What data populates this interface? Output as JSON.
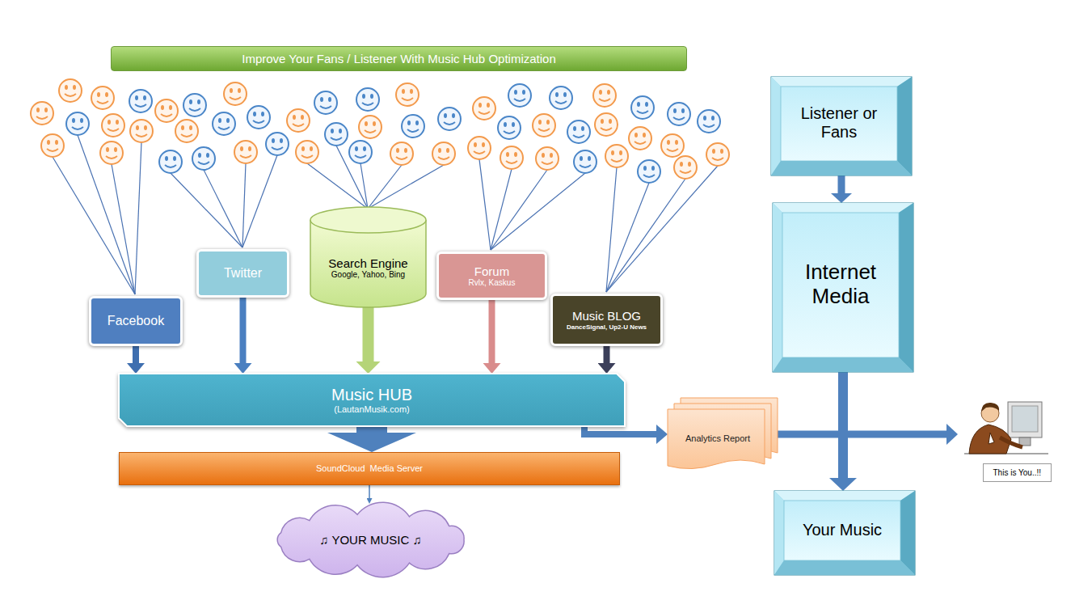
{
  "diagram": {
    "title": "Improve Your Fans / Listener With Music Hub Optimization",
    "nodes": [
      {
        "text": [
          "Facebook"
        ]
      },
      {
        "text": [
          "Twitter"
        ]
      },
      {
        "text": [
          "Search Engine",
          "Google, Yahoo, Bing"
        ]
      },
      {
        "text": [
          "Forum",
          "Rvlx, Kaskus"
        ]
      },
      {
        "text": [
          "Music BLOG",
          "DanceSignal, Up2-U News"
        ]
      },
      {
        "text": [
          "Music HUB",
          "(LautanMusik.com)"
        ]
      },
      {
        "text": [
          "SoundCloud  Media Server"
        ]
      },
      {
        "text": [
          "♫ YOUR MUSIC ♫"
        ]
      },
      {
        "text": [
          "Analytics Report"
        ]
      },
      {
        "text": [
          "Listener or Fans"
        ]
      },
      {
        "text": [
          "Internet Media"
        ]
      },
      {
        "text": [
          "Your Music"
        ]
      },
      {
        "text": [
          "This is You..!!"
        ]
      }
    ],
    "edges": [
      {
        "from": 0,
        "to": 5,
        "arrow": "to"
      },
      {
        "from": 1,
        "to": 5,
        "arrow": "to"
      },
      {
        "from": 2,
        "to": 5,
        "arrow": "to"
      },
      {
        "from": 3,
        "to": 5,
        "arrow": "to"
      },
      {
        "from": 4,
        "to": 5,
        "arrow": "to"
      },
      {
        "from": 5,
        "to": 6,
        "arrow": "to"
      },
      {
        "from": 6,
        "to": 7,
        "arrow": "to"
      },
      {
        "from": 5,
        "to": 8,
        "arrow": "to"
      },
      {
        "from": 8,
        "to": 12,
        "arrow": "to"
      },
      {
        "from": 9,
        "to": 10,
        "arrow": "to"
      },
      {
        "from": 10,
        "to": 11,
        "arrow": "to"
      }
    ]
  }
}
